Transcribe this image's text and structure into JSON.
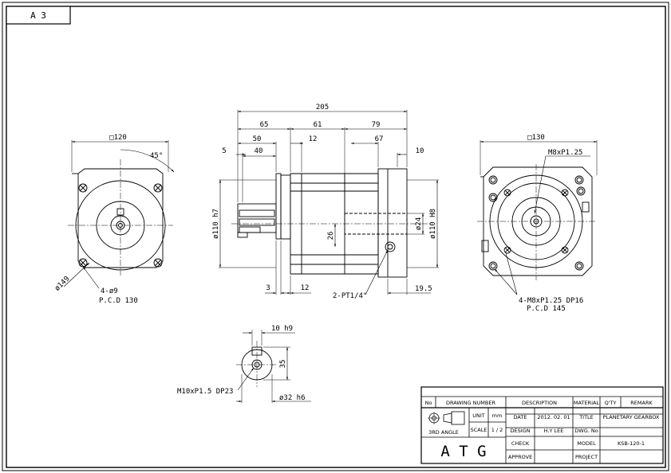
{
  "sheet": {
    "size_label": "A 3"
  },
  "front_view": {
    "square": "□120",
    "angle": "45°",
    "diameter": "ø149",
    "holes": "4-ø9",
    "pcd": "P.C.D 130"
  },
  "side_view": {
    "overall": "205",
    "d65": "65",
    "d61": "61",
    "d79": "79",
    "d50": "50",
    "d12a": "12",
    "d67": "67",
    "d5": "5",
    "d40": "40",
    "d10": "10",
    "pilot_in": "ø110 h7",
    "pilot_out": "ø110 H8",
    "bore": "ø24",
    "d26": "26",
    "d3": "3",
    "d12b": "12",
    "plug": "2-PT1/4\"",
    "d195": "19.5"
  },
  "rear_view": {
    "square": "□130",
    "tap_top": "M8xP1.25",
    "tap_holes": "4-M8xP1.25 DP16",
    "pcd": "P.C.D 145"
  },
  "shaft_view": {
    "key": "10 h9",
    "height": "35",
    "thread": "M10xP1.5 DP23",
    "diameter": "ø32 h6"
  },
  "title_block": {
    "h_no": "No",
    "h_drawing_number": "DRAWING NUMBER",
    "h_description": "DESCRIPTION",
    "h_material": "MATERIAL",
    "h_qty": "Q'TY",
    "h_remark": "REMARK",
    "unit_label": "UNIT",
    "unit_value": "mm",
    "scale_label": "SCALE",
    "scale_value": "1 / 2",
    "projection": "3RD ANGLE",
    "date_label": "DATE",
    "date_value": "2012. 02. 01",
    "design_label": "DESIGN",
    "design_value": "H.Y LEE",
    "check_label": "CHECK",
    "approve_label": "APPROVE",
    "title_label": "TITLE",
    "title_value": "PLANETARY GEARBOX",
    "dwg_label": "DWG. No",
    "model_label": "MODEL",
    "model_value": "KSB-120-1",
    "project_label": "PROJECT",
    "logo": "A T G"
  }
}
